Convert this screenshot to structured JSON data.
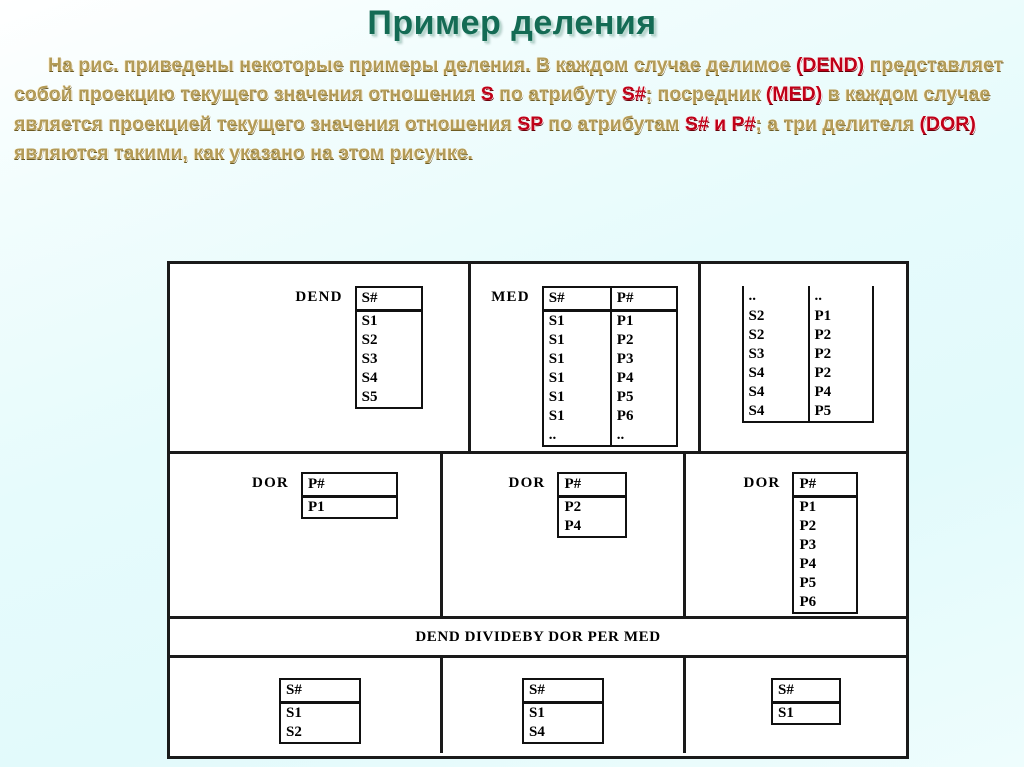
{
  "title": "Пример деления",
  "paragraph": {
    "segments": [
      {
        "text": "На рис. приведены некоторые примеры деления. В каждом случае делимое ",
        "hl": false
      },
      {
        "text": "(DEND)",
        "hl": true
      },
      {
        "text": " представляет собой проекцию текущего значения отношения ",
        "hl": false
      },
      {
        "text": "S",
        "hl": true
      },
      {
        "text": " по атрибуту ",
        "hl": false
      },
      {
        "text": "S#",
        "hl": true
      },
      {
        "text": "; посредник ",
        "hl": false
      },
      {
        "text": "(MED)",
        "hl": true
      },
      {
        "text": " в каждом случае является проекцией текущего значения отношения ",
        "hl": false
      },
      {
        "text": "SP",
        "hl": true
      },
      {
        "text": " по атрибутам ",
        "hl": false
      },
      {
        "text": "S# и P#",
        "hl": true
      },
      {
        "text": "; а три делителя ",
        "hl": false
      },
      {
        "text": "(DOR)",
        "hl": true
      },
      {
        "text": " являются  такими, как указано на этом рисунке.",
        "hl": false
      }
    ]
  },
  "colors": {
    "title": "#146b54",
    "body_text": "#b39b57",
    "highlight": "#c00018",
    "background": "#e6fbfc",
    "diagram_ink": "#1a1a1a"
  },
  "diagram": {
    "operation_label": "DEND DIVIDEBY DOR PER MED",
    "dend": {
      "name": "DEND",
      "headers": [
        "S#"
      ],
      "rows": [
        [
          "S1"
        ],
        [
          "S2"
        ],
        [
          "S3"
        ],
        [
          "S4"
        ],
        [
          "S5"
        ]
      ]
    },
    "med": {
      "name": "MED",
      "headers": [
        "S#",
        "P#"
      ],
      "rows": [
        [
          "S1",
          "P1"
        ],
        [
          "S1",
          "P2"
        ],
        [
          "S1",
          "P3"
        ],
        [
          "S1",
          "P4"
        ],
        [
          "S1",
          "P5"
        ],
        [
          "S1",
          "P6"
        ],
        [
          "..",
          ".."
        ]
      ]
    },
    "med_continued": {
      "name": "",
      "headers": [
        "..",
        ".."
      ],
      "rows": [
        [
          "S2",
          "P1"
        ],
        [
          "S2",
          "P2"
        ],
        [
          "S3",
          "P2"
        ],
        [
          "S4",
          "P2"
        ],
        [
          "S4",
          "P4"
        ],
        [
          "S4",
          "P5"
        ]
      ]
    },
    "dor1": {
      "name": "DOR",
      "headers": [
        "P#"
      ],
      "rows": [
        [
          "P1"
        ]
      ]
    },
    "dor2": {
      "name": "DOR",
      "headers": [
        "P#"
      ],
      "rows": [
        [
          "P2"
        ],
        [
          "P4"
        ]
      ]
    },
    "dor3": {
      "name": "DOR",
      "headers": [
        "P#"
      ],
      "rows": [
        [
          "P1"
        ],
        [
          "P2"
        ],
        [
          "P3"
        ],
        [
          "P4"
        ],
        [
          "P5"
        ],
        [
          "P6"
        ]
      ]
    },
    "result1": {
      "name": "",
      "headers": [
        "S#"
      ],
      "rows": [
        [
          "S1"
        ],
        [
          "S2"
        ]
      ]
    },
    "result2": {
      "name": "",
      "headers": [
        "S#"
      ],
      "rows": [
        [
          "S1"
        ],
        [
          "S4"
        ]
      ]
    },
    "result3": {
      "name": "",
      "headers": [
        "S#"
      ],
      "rows": [
        [
          "S1"
        ]
      ]
    }
  }
}
